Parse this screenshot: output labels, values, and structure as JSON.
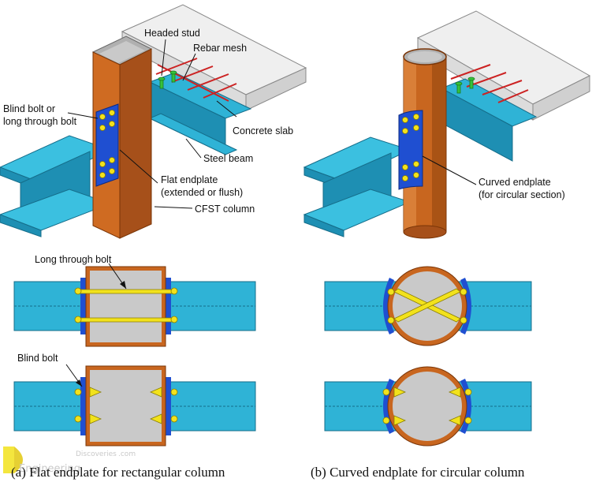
{
  "labels": {
    "headed_stud": "Headed stud",
    "rebar_mesh": "Rebar mesh",
    "blind_bolt_or_long": [
      "Blind bolt or",
      "long through bolt"
    ],
    "concrete_slab": "Concrete slab",
    "steel_beam": "Steel beam",
    "flat_endplate": [
      "Flat endplate",
      "(extended or flush)"
    ],
    "cfst_column": "CFST column",
    "curved_endplate": [
      "Curved endplate",
      "(for circular section)"
    ],
    "long_through_bolt": "Long through bolt",
    "blind_bolt": "Blind bolt"
  },
  "captions": {
    "a": "(a) Flat endplate for rectangular column",
    "b": "(b) Curved endplate for circular column"
  },
  "watermark": {
    "brand": "Engineering",
    "site": "Discoveries",
    "suffix": ".com"
  },
  "colors": {
    "beam": "#2fb3d6",
    "beam_dark": "#1b7fa0",
    "column": "#c8661f",
    "column_dark": "#8a3f0c",
    "endplate": "#1f4fd1",
    "bolt": "#f2e21c",
    "slab": "#ececec",
    "rebar": "#cc2222",
    "stud": "#36c23a",
    "fill_gray": "#c9c9c9"
  }
}
